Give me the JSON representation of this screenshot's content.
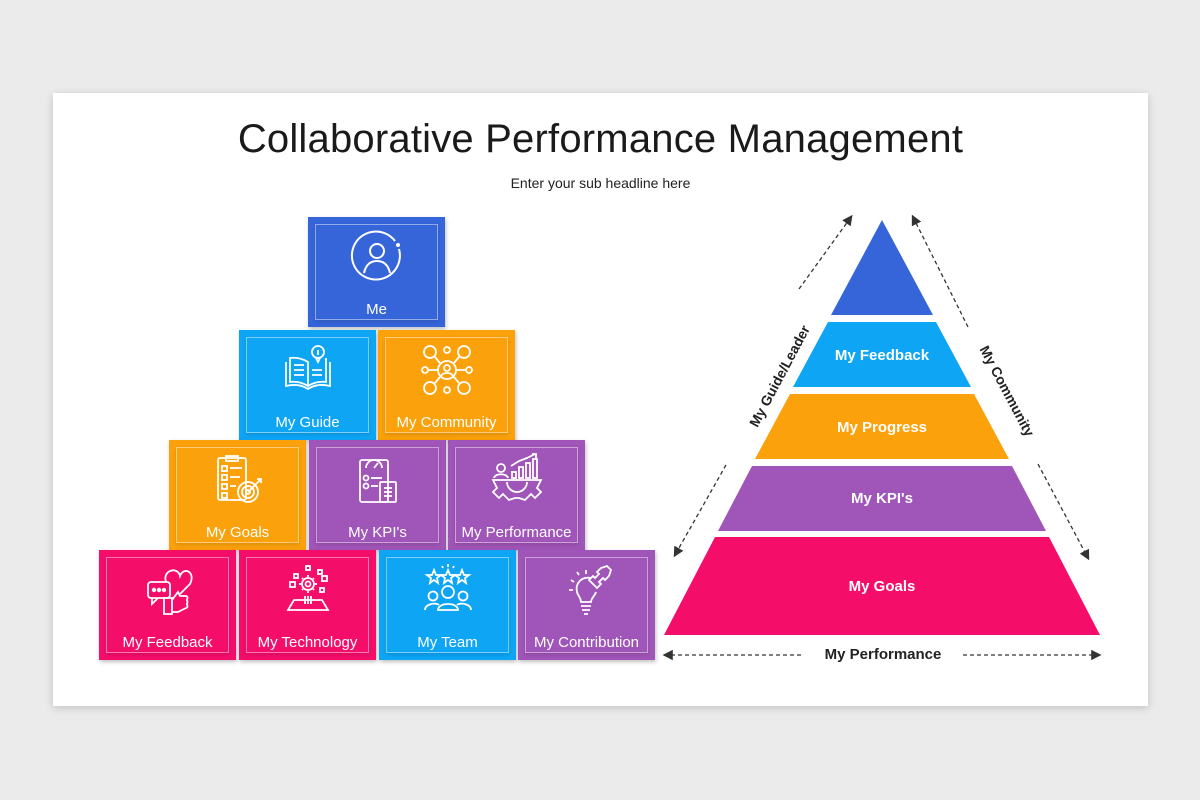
{
  "slide": {
    "title": "Collaborative Performance Management",
    "subtitle": "Enter your sub headline here"
  },
  "colors": {
    "blue_dark": "#3565d9",
    "blue_light": "#0ea5f5",
    "orange": "#fba10b",
    "purple": "#a055b8",
    "pink": "#f50d6a"
  },
  "blocks": [
    {
      "label": "Me",
      "icon": "user-circle-icon",
      "color": "#3565d9"
    },
    {
      "label": "My Guide",
      "icon": "open-book-info-icon",
      "color": "#0ea5f5"
    },
    {
      "label": "My Community",
      "icon": "network-people-icon",
      "color": "#fba10b"
    },
    {
      "label": "My Goals",
      "icon": "checklist-target-icon",
      "color": "#fba10b"
    },
    {
      "label": "My KPI's",
      "icon": "clipboard-gauge-icon",
      "color": "#a055b8"
    },
    {
      "label": "My Performance",
      "icon": "gear-chart-person-icon",
      "color": "#a055b8"
    },
    {
      "label": "My Feedback",
      "icon": "chat-heart-thumbsup-icon",
      "color": "#f50d6a"
    },
    {
      "label": "My Technology",
      "icon": "gear-devices-icon",
      "color": "#f50d6a"
    },
    {
      "label": "My Team",
      "icon": "team-stars-icon",
      "color": "#0ea5f5"
    },
    {
      "label": "My Contribution",
      "icon": "lightbulb-puzzle-icon",
      "color": "#a055b8"
    }
  ],
  "pyramid": {
    "levels": [
      {
        "label": "",
        "color": "#3565d9"
      },
      {
        "label": "My Feedback",
        "color": "#0ea5f5"
      },
      {
        "label": "My Progress",
        "color": "#fba10b"
      },
      {
        "label": "My KPI's",
        "color": "#a055b8"
      },
      {
        "label": "My Goals",
        "color": "#f50d6a"
      }
    ],
    "left_axis_label": "My Guide/Leader",
    "right_axis_label": "My Community",
    "bottom_axis_label": "My Performance"
  }
}
